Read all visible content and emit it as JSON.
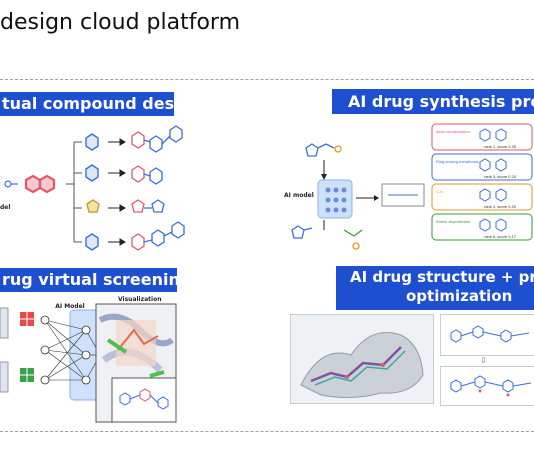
{
  "header": {
    "title": "design cloud platform"
  },
  "sections": {
    "compound_design": {
      "title": "tual compound design",
      "model_label": "del"
    },
    "synthesis": {
      "title": "AI drug synthesis predicti",
      "model_label": "AI model",
      "steps": [
        "Aldol condensation",
        "Ring-closing metathesis",
        "C-N",
        "Amine deprotection"
      ],
      "ranks": [
        "rank 1, score 0.25",
        "rank 3, score 0.24",
        "rank 4, score 0.20",
        "rank 6, score 0.17"
      ]
    },
    "screening": {
      "title": "rug virtual screening",
      "model_label": "AI Model",
      "visualization_label": "Visualization"
    },
    "optimization": {
      "title_line1": "AI drug structure + prope",
      "title_line2": "optimization"
    }
  },
  "colors": {
    "banner_bg": "#1f4fd1",
    "banner_text": "#ffffff",
    "dashed_line": "#9aa0a6"
  }
}
